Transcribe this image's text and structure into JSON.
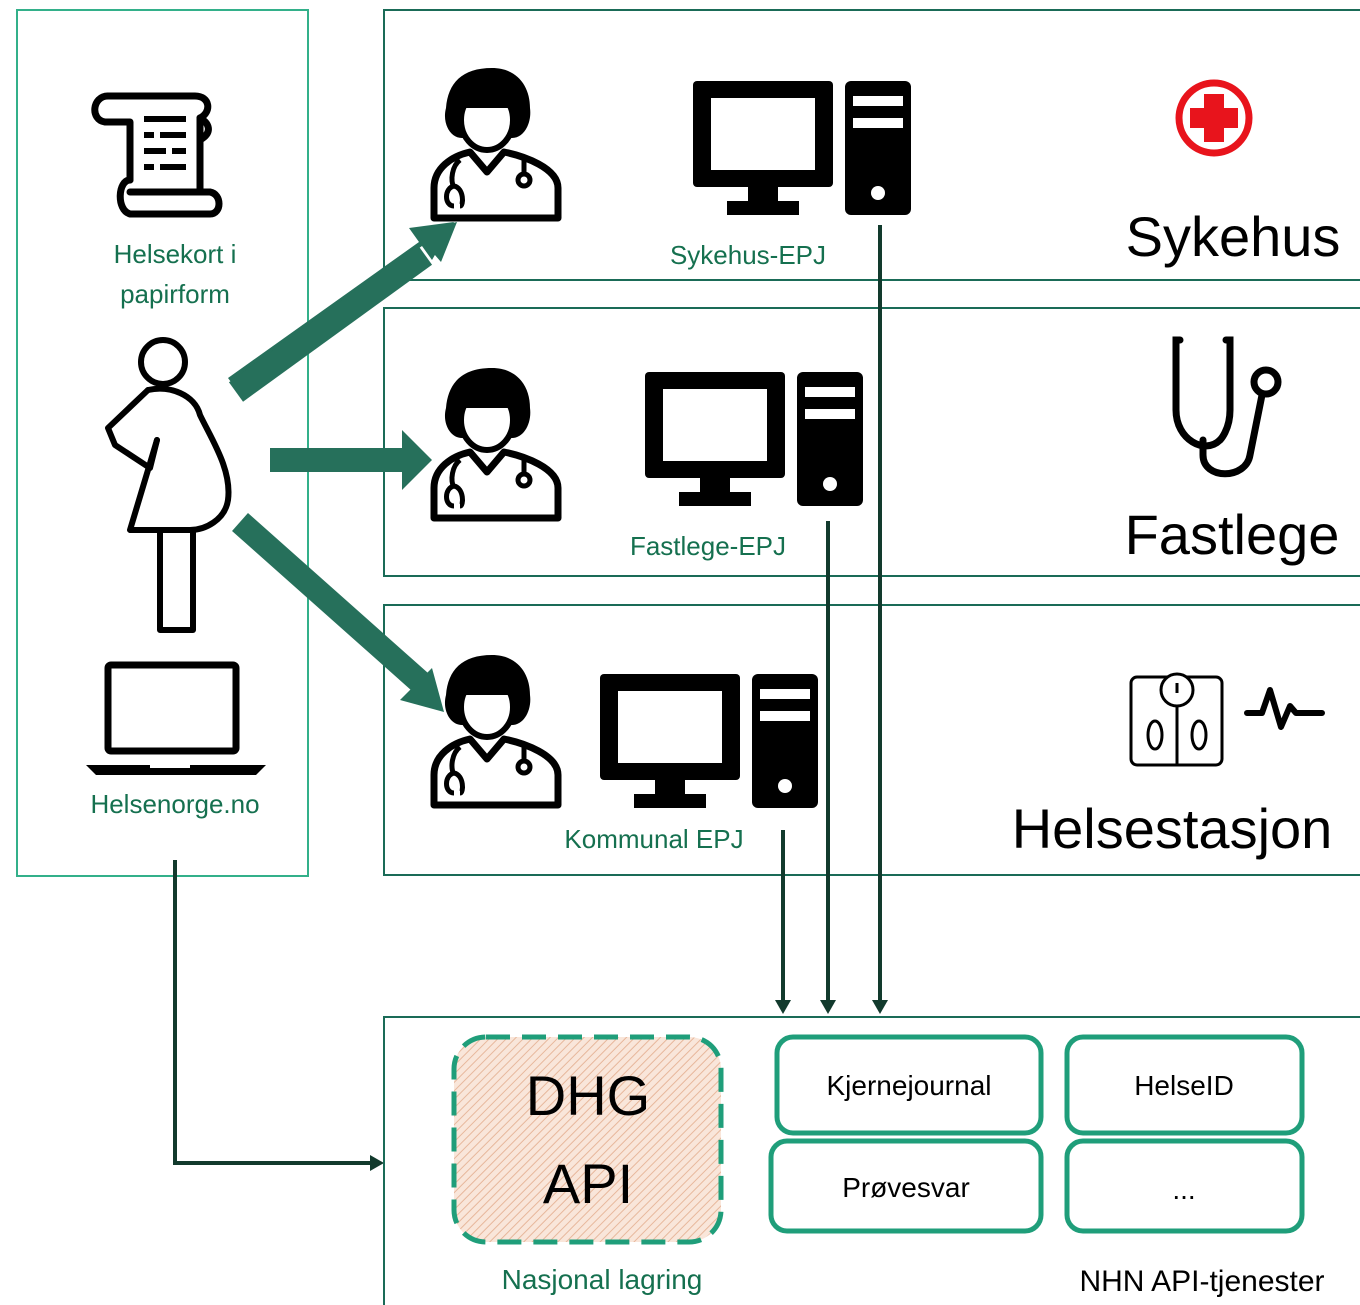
{
  "colors": {
    "primary_green": "#1a6b57",
    "arrow_green": "#26705b",
    "label_green": "#15704f",
    "light_green_border": "#33b08a",
    "api_box_border": "#1f9e7a",
    "dark_connector": "#123a2d",
    "icon_black": "#000000",
    "red_cross": "#e8141c",
    "dhg_fill": "#f6d9c8"
  },
  "patient_panel": {
    "paper_card_label": "Helsekort i papirform",
    "paper_card_label_line1": "Helsekort i",
    "paper_card_label_line2": "papirform",
    "portal_label": "Helsenorge.no",
    "icons": [
      "scroll-document-icon",
      "pregnant-woman-icon",
      "laptop-icon"
    ]
  },
  "care_units": [
    {
      "id": "sykehus",
      "title": "Sykehus",
      "epj_label": "Sykehus-EPJ",
      "type_icon": "red-cross-icon"
    },
    {
      "id": "fastlege",
      "title": "Fastlege",
      "epj_label": "Fastlege-EPJ",
      "type_icon": "stethoscope-icon"
    },
    {
      "id": "helsestasjon",
      "title": "Helsestasjon",
      "epj_label": "Kommunal EPJ",
      "type_icon": "scale-and-heartbeat-icon"
    }
  ],
  "national_storage": {
    "dhg_line1": "DHG",
    "dhg_line2": "API",
    "label": "Nasjonal lagring"
  },
  "nhn_services": {
    "label": "NHN API-tjenester",
    "items": [
      "Kjernejournal",
      "HelseID",
      "Prøvesvar",
      "..."
    ]
  }
}
